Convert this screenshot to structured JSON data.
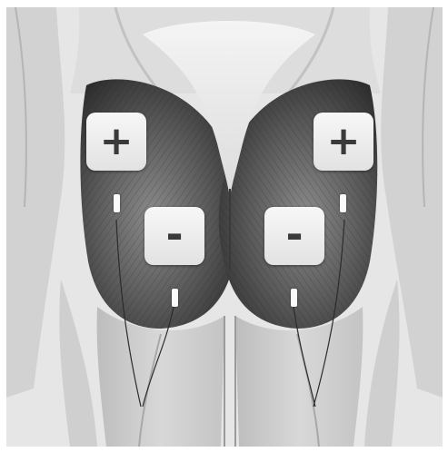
{
  "illustration": {
    "subject": "glute-muscles-rear-view",
    "colors": {
      "skin": "#e9e9e9",
      "muscle_dark": "#3d3d3d",
      "pad_face": "#f2f2f2",
      "symbol": "#3a3a3a"
    }
  },
  "electrodes": [
    {
      "polarity": "+",
      "side": "left"
    },
    {
      "polarity": "-",
      "side": "left"
    },
    {
      "polarity": "-",
      "side": "right"
    },
    {
      "polarity": "+",
      "side": "right"
    }
  ]
}
